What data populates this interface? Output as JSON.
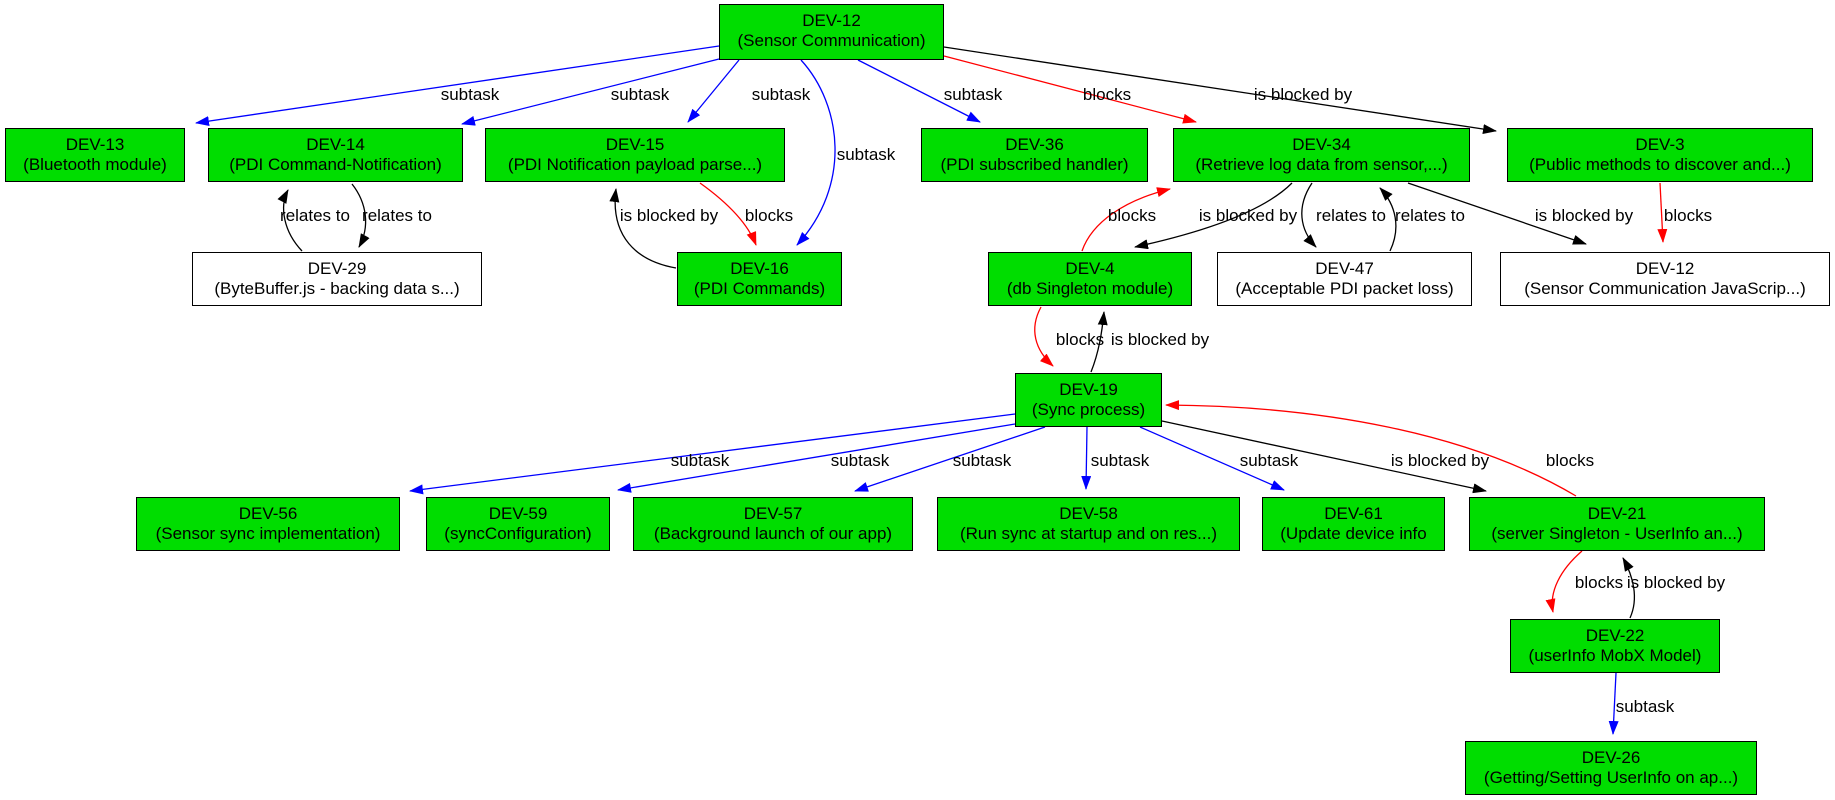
{
  "diagram": {
    "background": "#ffffff",
    "node_colors": {
      "green": "#00dd00",
      "white": "#ffffff",
      "border": "#000000",
      "text": "#000000"
    },
    "edge_colors": {
      "subtask": "#0000ff",
      "blocks": "#ff0000",
      "is_blocked_by": "#000000",
      "relates_to": "#000000"
    },
    "nodes": [
      {
        "id": "dev12-top",
        "key": "DEV-12",
        "summary": "(Sensor Communication)",
        "style": "green"
      },
      {
        "id": "dev13",
        "key": "DEV-13",
        "summary": "(Bluetooth module)",
        "style": "green"
      },
      {
        "id": "dev14",
        "key": "DEV-14",
        "summary": "(PDI Command-Notification)",
        "style": "green"
      },
      {
        "id": "dev15",
        "key": "DEV-15",
        "summary": "(PDI Notification payload parse...)",
        "style": "green"
      },
      {
        "id": "dev36",
        "key": "DEV-36",
        "summary": "(PDI subscribed handler)",
        "style": "green"
      },
      {
        "id": "dev34",
        "key": "DEV-34",
        "summary": "(Retrieve log data from sensor,...)",
        "style": "green"
      },
      {
        "id": "dev3",
        "key": "DEV-3",
        "summary": "(Public methods to discover and...)",
        "style": "green"
      },
      {
        "id": "dev29",
        "key": "DEV-29",
        "summary": "(ByteBuffer.js - backing data s...)",
        "style": "white"
      },
      {
        "id": "dev16",
        "key": "DEV-16",
        "summary": "(PDI Commands)",
        "style": "green"
      },
      {
        "id": "dev4",
        "key": "DEV-4",
        "summary": "(db Singleton module)",
        "style": "green"
      },
      {
        "id": "dev47",
        "key": "DEV-47",
        "summary": "(Acceptable PDI packet loss)",
        "style": "white"
      },
      {
        "id": "dev12-w",
        "key": "DEV-12",
        "summary": "(Sensor Communication JavaScrip...)",
        "style": "white"
      },
      {
        "id": "dev19",
        "key": "DEV-19",
        "summary": "(Sync process)",
        "style": "green"
      },
      {
        "id": "dev56",
        "key": "DEV-56",
        "summary": "(Sensor sync implementation)",
        "style": "green"
      },
      {
        "id": "dev59",
        "key": "DEV-59",
        "summary": "(syncConfiguration)",
        "style": "green"
      },
      {
        "id": "dev57",
        "key": "DEV-57",
        "summary": "(Background launch of our app)",
        "style": "green"
      },
      {
        "id": "dev58",
        "key": "DEV-58",
        "summary": "(Run sync at startup and on res...)",
        "style": "green"
      },
      {
        "id": "dev61",
        "key": "DEV-61",
        "summary": "(Update device info",
        "style": "green"
      },
      {
        "id": "dev21",
        "key": "DEV-21",
        "summary": "(server Singleton - UserInfo an...)",
        "style": "green"
      },
      {
        "id": "dev22",
        "key": "DEV-22",
        "summary": "(userInfo MobX Model)",
        "style": "green"
      },
      {
        "id": "dev26",
        "key": "DEV-26",
        "summary": "(Getting/Setting UserInfo on ap...)",
        "style": "green"
      }
    ],
    "edges": [
      {
        "id": "e1",
        "from": "dev12-top",
        "to": "dev13",
        "label": "subtask",
        "type": "subtask"
      },
      {
        "id": "e2",
        "from": "dev12-top",
        "to": "dev14",
        "label": "subtask",
        "type": "subtask"
      },
      {
        "id": "e3",
        "from": "dev12-top",
        "to": "dev15",
        "label": "subtask",
        "type": "subtask"
      },
      {
        "id": "e4",
        "from": "dev12-top",
        "to": "dev16",
        "label": "subtask",
        "type": "subtask"
      },
      {
        "id": "e5",
        "from": "dev12-top",
        "to": "dev36",
        "label": "subtask",
        "type": "subtask"
      },
      {
        "id": "e6",
        "from": "dev12-top",
        "to": "dev34",
        "label": "blocks",
        "type": "blocks"
      },
      {
        "id": "e7",
        "from": "dev12-top",
        "to": "dev3",
        "label": "is blocked by",
        "type": "is_blocked_by"
      },
      {
        "id": "e8",
        "from": "dev29",
        "to": "dev14",
        "label": "relates to",
        "type": "relates_to"
      },
      {
        "id": "e9",
        "from": "dev14",
        "to": "dev29",
        "label": "relates to",
        "type": "relates_to"
      },
      {
        "id": "e10",
        "from": "dev16",
        "to": "dev15",
        "label": "is blocked by",
        "type": "is_blocked_by"
      },
      {
        "id": "e11",
        "from": "dev15",
        "to": "dev16",
        "label": "blocks",
        "type": "blocks"
      },
      {
        "id": "e12",
        "from": "dev4",
        "to": "dev34",
        "label": "blocks",
        "type": "blocks"
      },
      {
        "id": "e13",
        "from": "dev34",
        "to": "dev4",
        "label": "is blocked by",
        "type": "is_blocked_by"
      },
      {
        "id": "e14",
        "from": "dev34",
        "to": "dev47",
        "label": "relates to",
        "type": "relates_to"
      },
      {
        "id": "e15",
        "from": "dev47",
        "to": "dev34",
        "label": "relates to",
        "type": "relates_to"
      },
      {
        "id": "e16",
        "from": "dev34",
        "to": "dev12-w",
        "label": "is blocked by",
        "type": "is_blocked_by"
      },
      {
        "id": "e17",
        "from": "dev3",
        "to": "dev12-w",
        "label": "blocks",
        "type": "blocks"
      },
      {
        "id": "e18",
        "from": "dev4",
        "to": "dev19",
        "label": "blocks",
        "type": "blocks"
      },
      {
        "id": "e19",
        "from": "dev19",
        "to": "dev4",
        "label": "is blocked by",
        "type": "is_blocked_by"
      },
      {
        "id": "e20",
        "from": "dev19",
        "to": "dev56",
        "label": "subtask",
        "type": "subtask"
      },
      {
        "id": "e21",
        "from": "dev19",
        "to": "dev59",
        "label": "subtask",
        "type": "subtask"
      },
      {
        "id": "e22",
        "from": "dev19",
        "to": "dev57",
        "label": "subtask",
        "type": "subtask"
      },
      {
        "id": "e23",
        "from": "dev19",
        "to": "dev58",
        "label": "subtask",
        "type": "subtask"
      },
      {
        "id": "e24",
        "from": "dev19",
        "to": "dev61",
        "label": "subtask",
        "type": "subtask"
      },
      {
        "id": "e25",
        "from": "dev19",
        "to": "dev21",
        "label": "is blocked by",
        "type": "is_blocked_by"
      },
      {
        "id": "e26",
        "from": "dev21",
        "to": "dev19",
        "label": "blocks",
        "type": "blocks"
      },
      {
        "id": "e27",
        "from": "dev21",
        "to": "dev22",
        "label": "blocks",
        "type": "blocks"
      },
      {
        "id": "e28",
        "from": "dev22",
        "to": "dev21",
        "label": "is blocked by",
        "type": "is_blocked_by"
      },
      {
        "id": "e29",
        "from": "dev22",
        "to": "dev26",
        "label": "subtask",
        "type": "subtask"
      }
    ]
  }
}
